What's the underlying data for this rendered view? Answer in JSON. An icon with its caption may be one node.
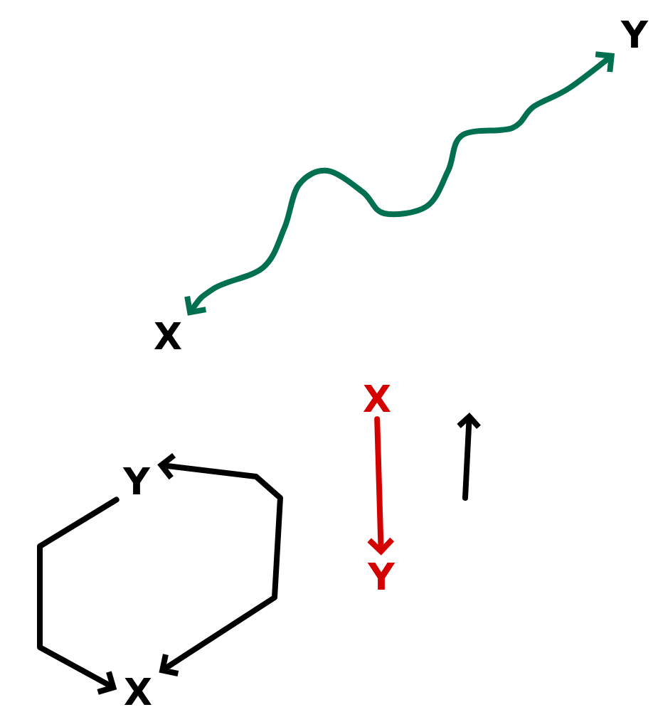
{
  "diagram": {
    "nodes": [
      {
        "text": [
          "Y"
        ]
      },
      {
        "text": [
          "X"
        ]
      },
      {
        "text": [
          "X"
        ]
      },
      {
        "text": [
          "Y"
        ]
      },
      {
        "text": [
          "Y"
        ]
      },
      {
        "text": [
          "X"
        ]
      }
    ],
    "edges": [
      {
        "from": 1,
        "to": 0,
        "arrow": "both",
        "color": "#007050"
      },
      {
        "from": 2,
        "to": 3,
        "arrow": "to",
        "color": "#d40000"
      },
      {
        "from": 4,
        "to": 5,
        "arrow": "to"
      },
      {
        "from": 4,
        "to": 5,
        "arrow": "both"
      }
    ]
  }
}
